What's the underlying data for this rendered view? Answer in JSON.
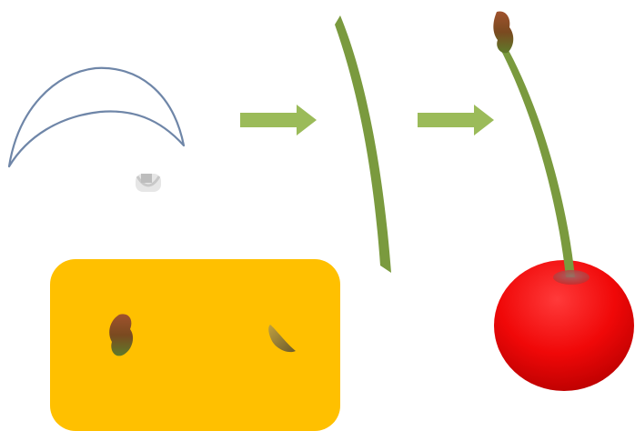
{
  "steps": [
    {
      "id": "crescent-outline",
      "description_visible": false
    },
    {
      "id": "stem"
    },
    {
      "id": "cherry"
    }
  ],
  "arrows": [
    {
      "from": "crescent-outline",
      "to": "stem"
    },
    {
      "from": "stem",
      "to": "cherry"
    }
  ],
  "parts_tray": {
    "items": [
      "stem-tip-piece",
      "stem-base-piece"
    ]
  },
  "colors": {
    "outline": "#6f86a8",
    "arrow": "#9bbb59",
    "stem": "#7a9a3e",
    "tray": "#ffc000",
    "cherry_light": "#ff2a2a",
    "cherry_dark": "#c00000",
    "stem_tip_top": "#8b5a2b",
    "stem_tip_bottom": "#6b7f2e"
  }
}
